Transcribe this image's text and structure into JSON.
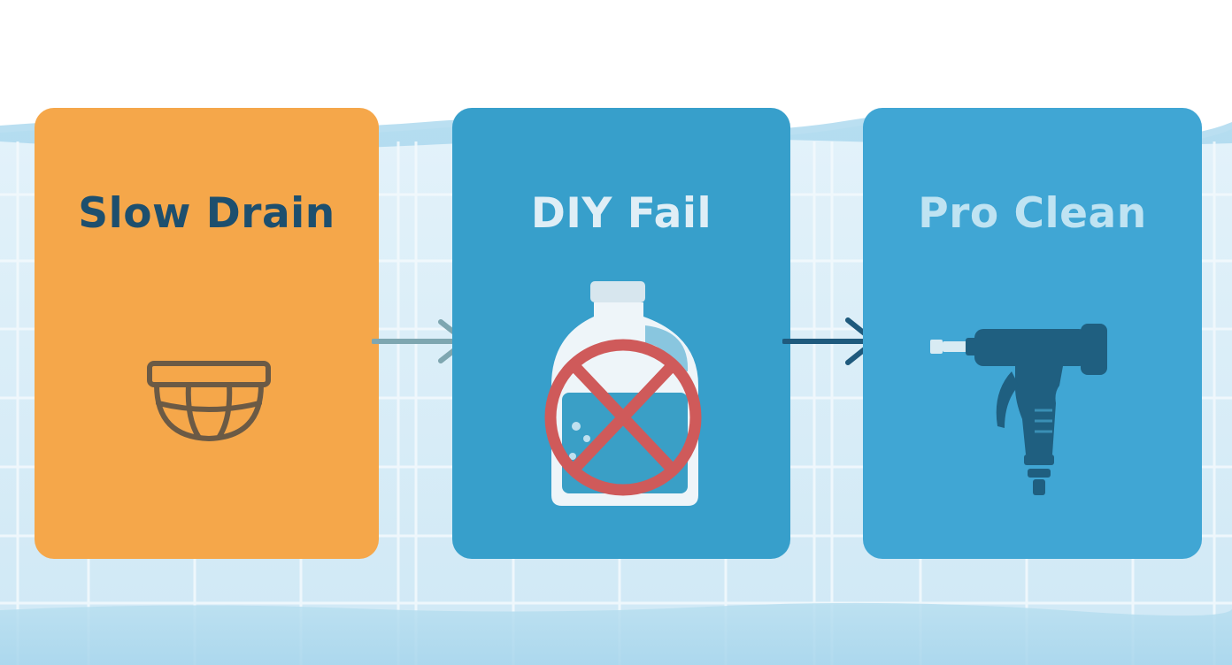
{
  "steps": [
    {
      "title": "Slow Drain",
      "icon": "drain-basket-icon",
      "color": "#f5a74a"
    },
    {
      "title": "DIY Fail",
      "icon": "crossed-chemical-bottle-icon",
      "color": "#379fcb"
    },
    {
      "title": "Pro Clean",
      "icon": "hydro-jet-gun-icon",
      "color": "#40a6d4"
    }
  ],
  "connectors": [
    "arrow-right-icon",
    "arrow-right-icon"
  ],
  "colors": {
    "orange": "#f5a74a",
    "blue": "#379fcb",
    "navy": "#1d4f6e",
    "red": "#cf5a5a",
    "tile_background": "#d8edf7"
  }
}
